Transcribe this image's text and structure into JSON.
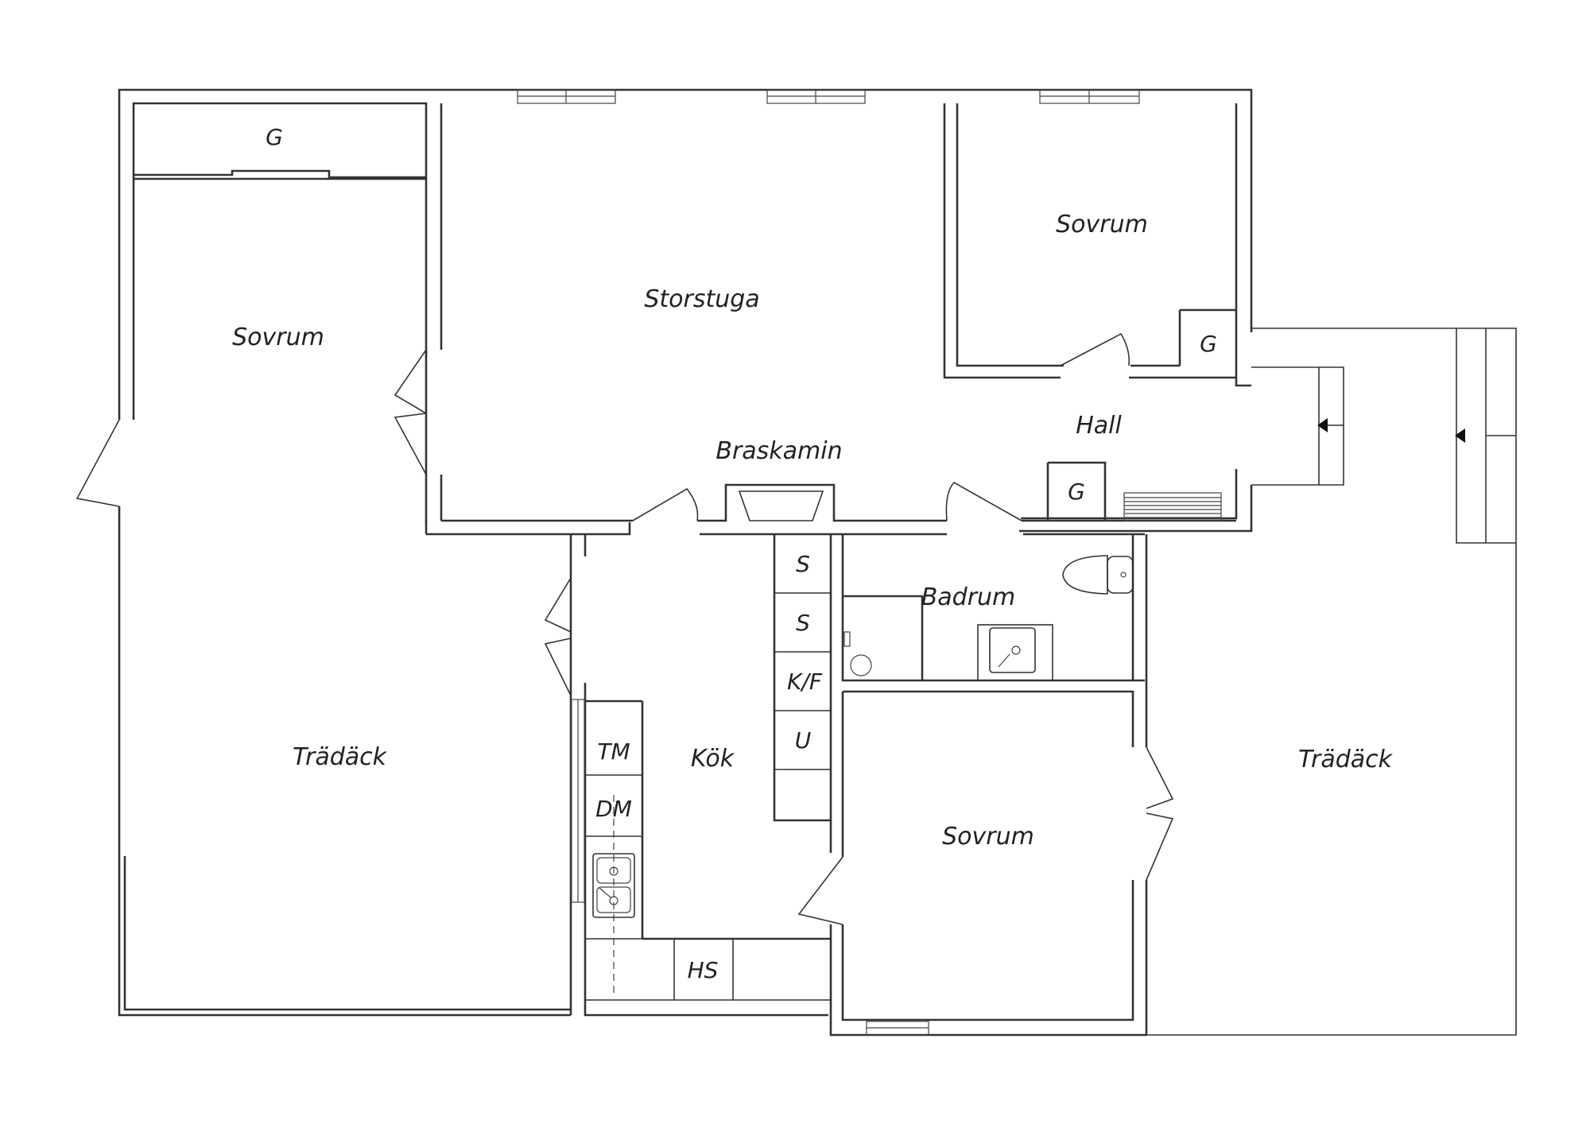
{
  "rooms": {
    "garderob_top_left": "G",
    "sovrum_left": "Sovrum",
    "storstuga": "Storstuga",
    "sovrum_top_right": "Sovrum",
    "garderob_right": "G",
    "hall": "Hall",
    "garderob_hall": "G",
    "braskamin": "Braskamin",
    "tradack_left": "Trädäck",
    "kok": "Kök",
    "badrum": "Badrum",
    "sovrum_bottom": "Sovrum",
    "tradack_right": "Trädäck"
  },
  "fixtures": {
    "skap_1": "S",
    "skap_2": "S",
    "kyl_frys": "K/F",
    "ugn": "U",
    "torktumlare": "TM",
    "diskmaskin": "DM",
    "hall_spis": "HS"
  }
}
